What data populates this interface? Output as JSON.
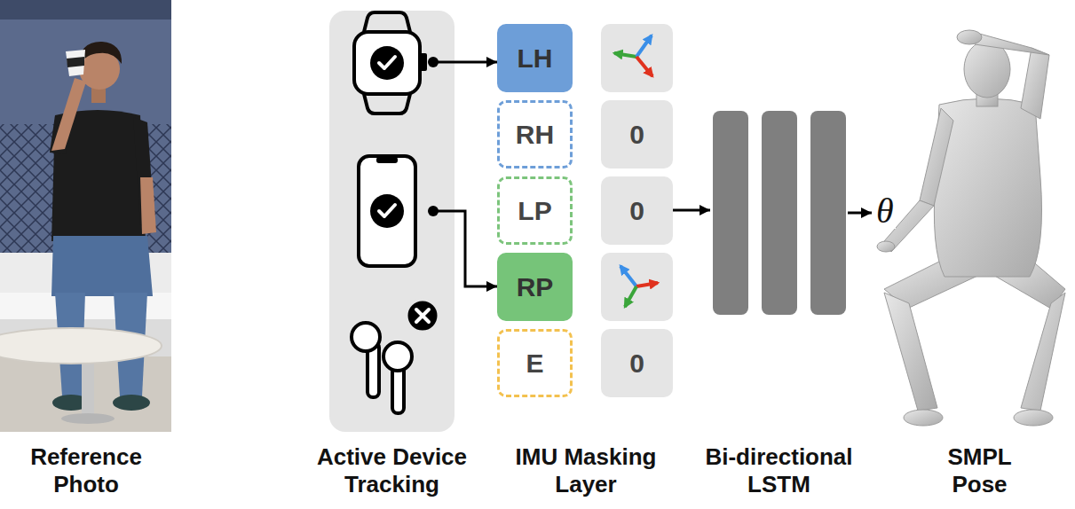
{
  "diagram": {
    "nodes": [
      {
        "text": [
          "Active Device Tracking"
        ]
      },
      {
        "text": [
          "LH"
        ]
      },
      {
        "text": [
          "RH"
        ]
      },
      {
        "text": [
          "0"
        ]
      },
      {
        "text": [
          "LP"
        ]
      },
      {
        "text": [
          "0"
        ]
      },
      {
        "text": [
          "RP"
        ]
      },
      {
        "text": [
          "E"
        ]
      },
      {
        "text": [
          "0"
        ]
      },
      {
        "text": [
          "Bi-directional LSTM"
        ]
      },
      {
        "text": [
          "SMPL Pose"
        ]
      }
    ],
    "edges": [
      {
        "from": 0,
        "to": 1,
        "arrow": "to"
      },
      {
        "from": 0,
        "to": 6,
        "arrow": "to"
      },
      {
        "from": 5,
        "to": 9,
        "arrow": "to"
      },
      {
        "from": 9,
        "to": 10,
        "label": "θ",
        "arrow": "to"
      }
    ],
    "labels": [
      "Reference Photo",
      "IMU Masking Layer"
    ]
  }
}
